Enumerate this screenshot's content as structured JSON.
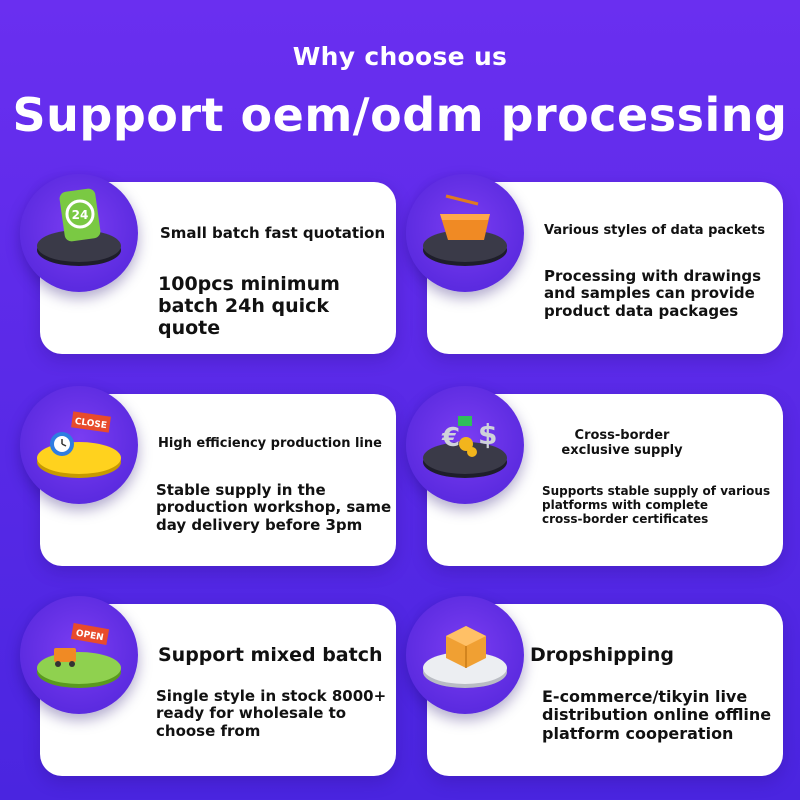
{
  "header": {
    "kicker": "Why choose us",
    "headline": "Support oem/odm processing"
  },
  "cards": [
    {
      "title": "Small batch fast quotation",
      "desc": [
        "100pcs minimum",
        "batch 24h quick quote"
      ],
      "icon": "24h-clock-icon",
      "icon_text": "24"
    },
    {
      "title": "Various styles of data packets",
      "desc": [
        "Processing with drawings",
        "and samples can provide",
        "product data packages"
      ],
      "icon": "shopping-basket-icon"
    },
    {
      "title": "High efficiency production line",
      "desc": [
        "Stable supply in the",
        "production workshop, same",
        "day delivery before 3pm"
      ],
      "icon": "clock-close-sign-icon",
      "icon_text": "CLOSE"
    },
    {
      "title": [
        "Cross-border",
        "exclusive supply"
      ],
      "desc": [
        "Supports stable supply of various",
        "platforms with complete",
        "cross-border certificates"
      ],
      "icon": "currency-exchange-icon"
    },
    {
      "title": "Support mixed batch",
      "desc": [
        "Single style in stock 8000+",
        "ready for wholesale to",
        "choose from"
      ],
      "icon": "shop-open-sign-icon",
      "icon_text": "OPEN"
    },
    {
      "title": "Dropshipping",
      "desc": [
        "E-commerce/tikyin live",
        "distribution online offline",
        "platform cooperation"
      ],
      "icon": "parcel-box-icon"
    }
  ],
  "colors": {
    "background_top": "#6a2ff0",
    "background_bottom": "#4a25e0",
    "card": "#ffffff",
    "icon_bubble": "#6a33ec"
  }
}
